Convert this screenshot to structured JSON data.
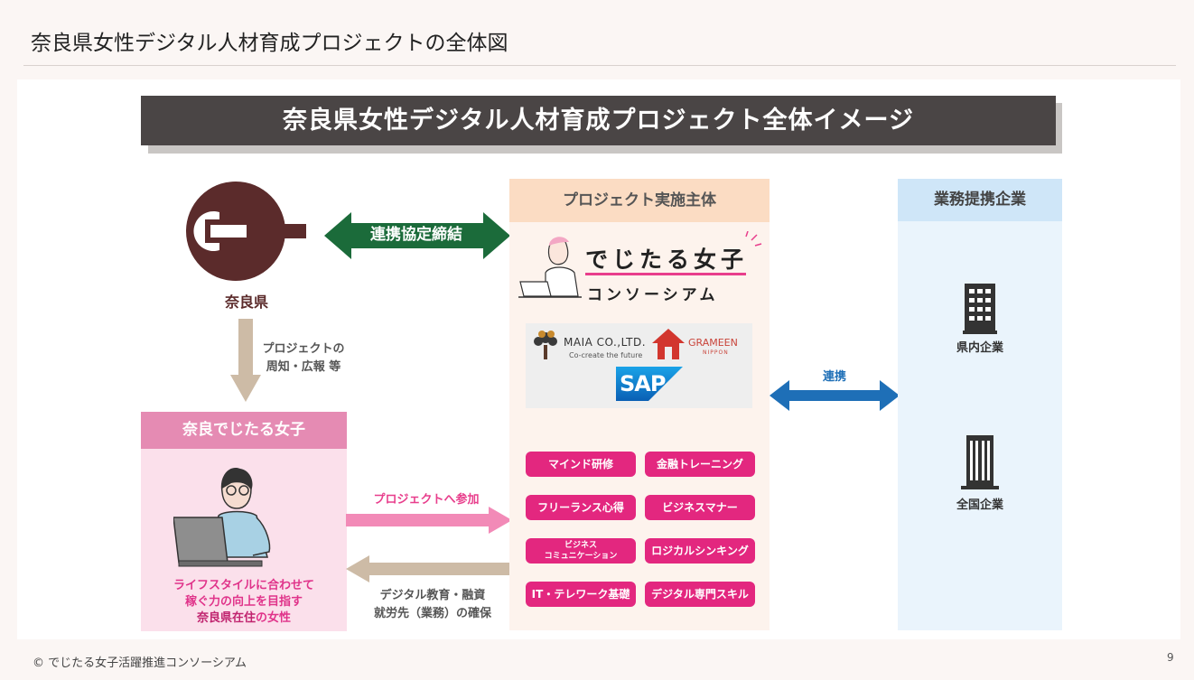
{
  "slide_title": "奈良県女性デジタル人材育成プロジェクトの全体図",
  "banner": "奈良県女性デジタル人材育成プロジェクト全体イメージ",
  "nara": {
    "label": "奈良県",
    "agreement": "連携協定締結",
    "pr_line1": "プロジェクトの",
    "pr_line2": "周知・広報 等"
  },
  "joshi": {
    "title": "奈良でじたる女子",
    "line1": "ライフスタイルに合わせて",
    "line2": "稼ぐ力の向上を目指す",
    "line3_strong": "奈良県在住",
    "line3_rest": "の女性"
  },
  "flows": {
    "join": "プロジェクトへ参加",
    "return_line1": "デジタル教育・融資",
    "return_line2": "就労先（業務）の確保"
  },
  "project": {
    "title": "プロジェクト実施主体",
    "consortium_line1": "でじたる女子",
    "consortium_line2": "コンソーシアム",
    "partners": {
      "maia_name": "MAIA CO.,LTD.",
      "maia_tagline": "Co-create the future",
      "grameen_name": "GRAMEEN",
      "grameen_sub": "NIPPON",
      "sap": "SAP"
    },
    "programs": [
      "マインド研修",
      "金融トレーニング",
      "フリーランス心得",
      "ビジネスマナー",
      "ビジネス",
      "コミュニケーション",
      "ロジカルシンキング",
      "IT・テレワーク基礎",
      "デジタル専門スキル"
    ]
  },
  "link": "連携",
  "business": {
    "title": "業務提携企業",
    "local": "県内企業",
    "national": "全国企業"
  },
  "footer": {
    "copyright": "© でじたる女子活躍推進コンソーシアム",
    "page": "9"
  },
  "colors": {
    "banner_bg": "#4a4545",
    "nara_brown": "#5b2b2b",
    "agreement_green": "#1b6b3a",
    "pink": "#e3277f",
    "link_blue": "#1e6fb7"
  }
}
